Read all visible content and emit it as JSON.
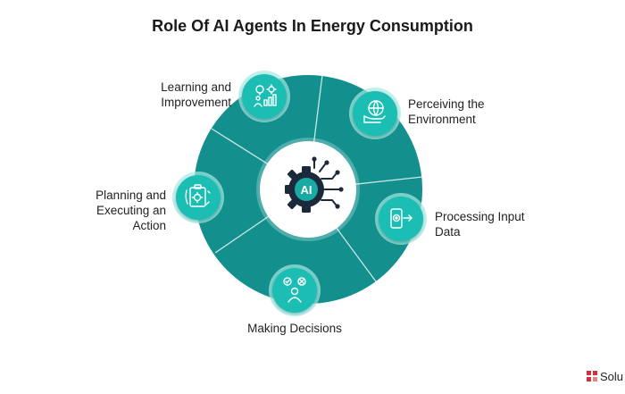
{
  "title": "Role Of AI Agents In Energy Consumption",
  "colors": {
    "ring": "#13908e",
    "ring_dark": "#0f7f7d",
    "node_fill": "#1bbdb3",
    "node_halo": "#a8e9e4",
    "hub_fill": "#ffffff",
    "hub_icon": "#1b2a3a",
    "hub_accent": "#19aaa3",
    "text": "#222222",
    "brand": "#d6303b"
  },
  "hub": {
    "label": "AI",
    "icon": "ai-gear-circuit-icon"
  },
  "nodes": [
    {
      "id": "learning",
      "lines": [
        "Learning and",
        "Improvement"
      ],
      "icon": "lightbulb-growth-chart-icon"
    },
    {
      "id": "perceiving",
      "lines": [
        "Perceiving the",
        "Environment"
      ],
      "icon": "hand-globe-icon"
    },
    {
      "id": "processing",
      "lines": [
        "Processing Input",
        "Data"
      ],
      "icon": "mobile-data-input-icon"
    },
    {
      "id": "decisions",
      "lines": [
        "Making Decisions"
      ],
      "icon": "decision-person-icon"
    },
    {
      "id": "planning",
      "lines": [
        "Planning and",
        "Executing an",
        "Action"
      ],
      "icon": "clipboard-gear-icon"
    }
  ],
  "brand": {
    "text": "Solu",
    "icon": "brand-logo-icon"
  }
}
